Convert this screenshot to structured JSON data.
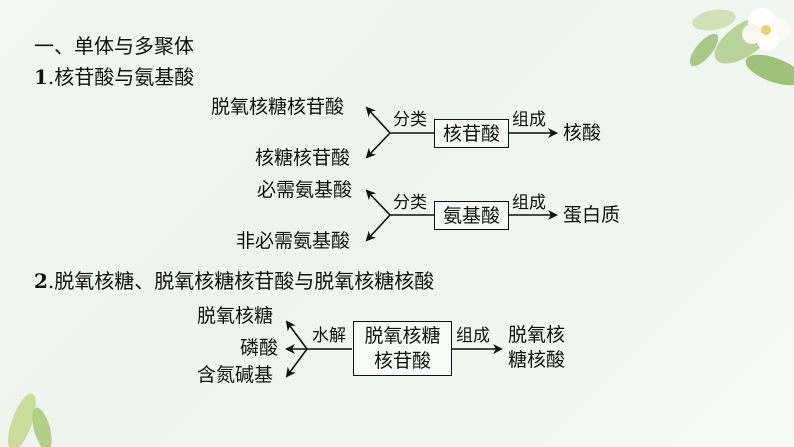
{
  "section_title": "一、单体与多聚体",
  "subsection1": {
    "num": "1",
    "title": ".核苷酸与氨基酸"
  },
  "subsection2": {
    "num": "2",
    "title": ".脱氧核糖、脱氧核糖核苷酸与脱氧核糖核酸"
  },
  "diagram1": {
    "center": "核苷酸",
    "branch_label": "分类",
    "outputs": [
      "脱氧核糖核苷酸",
      "核糖核苷酸"
    ],
    "compose_label": "组成",
    "product": "核酸"
  },
  "diagram2": {
    "center": "氨基酸",
    "branch_label": "分类",
    "outputs": [
      "必需氨基酸",
      "非必需氨基酸"
    ],
    "compose_label": "组成",
    "product": "蛋白质"
  },
  "diagram3": {
    "center_line1": "脱氧核糖",
    "center_line2": "核苷酸",
    "branch_label": "水解",
    "outputs": [
      "脱氧核糖",
      "磷酸",
      "含氮碱基"
    ],
    "compose_label": "组成",
    "product_line1": "脱氧核",
    "product_line2": "糖核酸"
  }
}
